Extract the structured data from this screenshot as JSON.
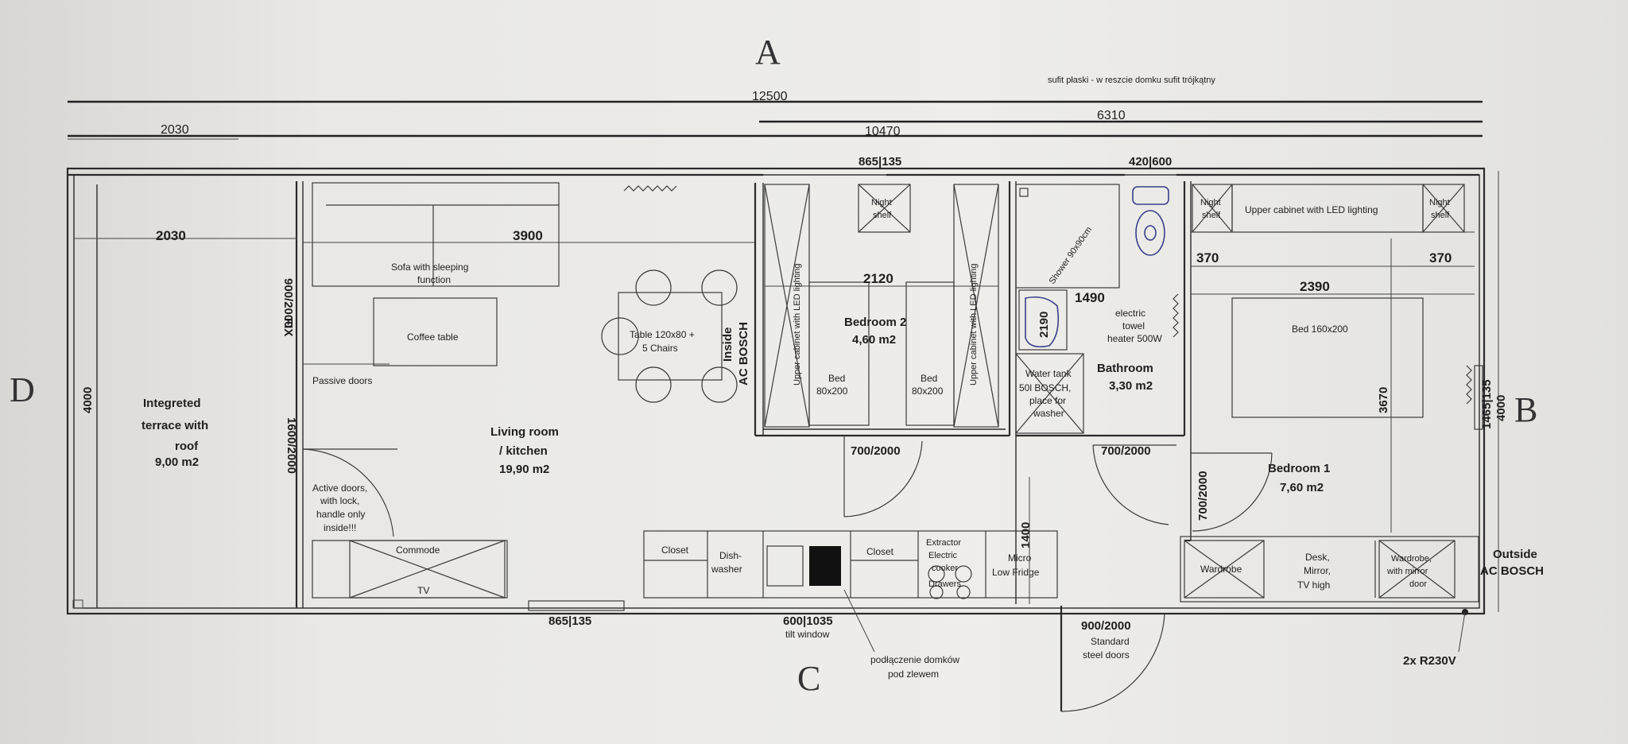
{
  "compass": {
    "top": "A",
    "right": "B",
    "bottom": "C",
    "left": "D"
  },
  "dimensions": {
    "total_length": "12500",
    "ceiling_note": "sufit płaski - w reszcie domku sufit trójkątny",
    "ceiling_length": "6310",
    "interior_length": "10470",
    "terrace_length_top": "2030",
    "terrace_length_inner": "2030",
    "sofa_wall": "3900",
    "window_top_bedroom2": "865|135",
    "window_top_bathroom": "420|600",
    "bedroom2_width": "2120",
    "bedroom1_width": "2390",
    "bathroom_width": "1490",
    "bathroom_depth": "2190",
    "shelf_left": "370",
    "shelf_right": "370",
    "bedroom1_depth": "3670",
    "width_total": "4000",
    "width_right": "4000",
    "window_right": "1465|135",
    "window_bottom_living": "865|135",
    "window_bottom_kitchen": "600|1035",
    "kitchen_depth": "1400",
    "terrace_width": "4000"
  },
  "rooms": {
    "terrace": {
      "line1": "Integreted",
      "line2": "terrace with",
      "line3": "roof",
      "area": "9,00 m2"
    },
    "living": {
      "line1": "Living room",
      "line2": "/ kitchen",
      "area": "19,90 m2"
    },
    "bedroom2": {
      "name": "Bedroom 2",
      "area": "4,60 m2"
    },
    "bathroom": {
      "name": "Bathroom",
      "area": "3,30 m2"
    },
    "bedroom1": {
      "name": "Bedroom 1",
      "area": "7,60 m2"
    }
  },
  "doors": {
    "fix": "FIX",
    "fix_size": "900/2000",
    "passive": "Passive doors",
    "active_size": "1600/2000",
    "active_l1": "Active doors,",
    "active_l2": "with lock,",
    "active_l3": "handle only",
    "active_l4": "inside!!!",
    "bedroom2_door": "700/2000",
    "bathroom_door": "700/2000",
    "bedroom1_door": "700/2000",
    "entry_size": "900/2000",
    "entry_l1": "Standard",
    "entry_l2": "steel doors"
  },
  "furniture": {
    "sofa_l1": "Sofa with sleeping",
    "sofa_l2": "function",
    "coffee_table": "Coffee table",
    "table_l1": "Table 120x80 +",
    "table_l2": "5 Chairs",
    "ac_inside_l1": "Inside",
    "ac_inside_l2": "AC BOSCH",
    "commode": "Commode",
    "tv": "TV",
    "closet1": "Closet",
    "dishwasher_l1": "Dish-",
    "dishwasher_l2": "washer",
    "closet2": "Closet",
    "cooker_l1": "Extractor",
    "cooker_l2": "Electric",
    "cooker_l3": "cooker",
    "cooker_l4": "Drawers",
    "fridge_l1": "Micro",
    "fridge_l2": "Low Fridge",
    "tilt_window": "tilt window",
    "sink_note_l1": "podłączenie domków",
    "sink_note_l2": "pod zlewem",
    "night_shelf_b2_l1": "Night",
    "night_shelf_b2_l2": "shelf",
    "led_cabinet_left": "Upper cabinet with LED lighting",
    "led_cabinet_right": "Upper cabinet with LED lighting",
    "bed_left_l1": "Bed",
    "bed_left_l2": "80x200",
    "bed_right_l1": "Bed",
    "bed_right_l2": "80x200",
    "shower": "Shower 90x90cm",
    "towel_l1": "electric",
    "towel_l2": "towel",
    "towel_l3": "heater 500W",
    "boiler_l1": "Water tank",
    "boiler_l2": "50l BOSCH,",
    "boiler_l3": "place for",
    "boiler_l4": "washer",
    "night_shelf_left_l1": "Night",
    "night_shelf_left_l2": "shelf",
    "upper_cabinet_b1": "Upper cabinet with LED  lighting",
    "night_shelf_right_l1": "Night",
    "night_shelf_right_l2": "shelf",
    "bed_double": "Bed 160x200",
    "wardrobe": "Wardrobe",
    "desk_l1": "Desk,",
    "desk_l2": "Mirror,",
    "desk_l3": "TV high",
    "wardrobe_mirror_l1": "Wardrobe,",
    "wardrobe_mirror_l2": "with mirror",
    "wardrobe_mirror_l3": "door",
    "ac_outside_l1": "Outside",
    "ac_outside_l2": "AC BOSCH",
    "power": "2x R230V"
  }
}
